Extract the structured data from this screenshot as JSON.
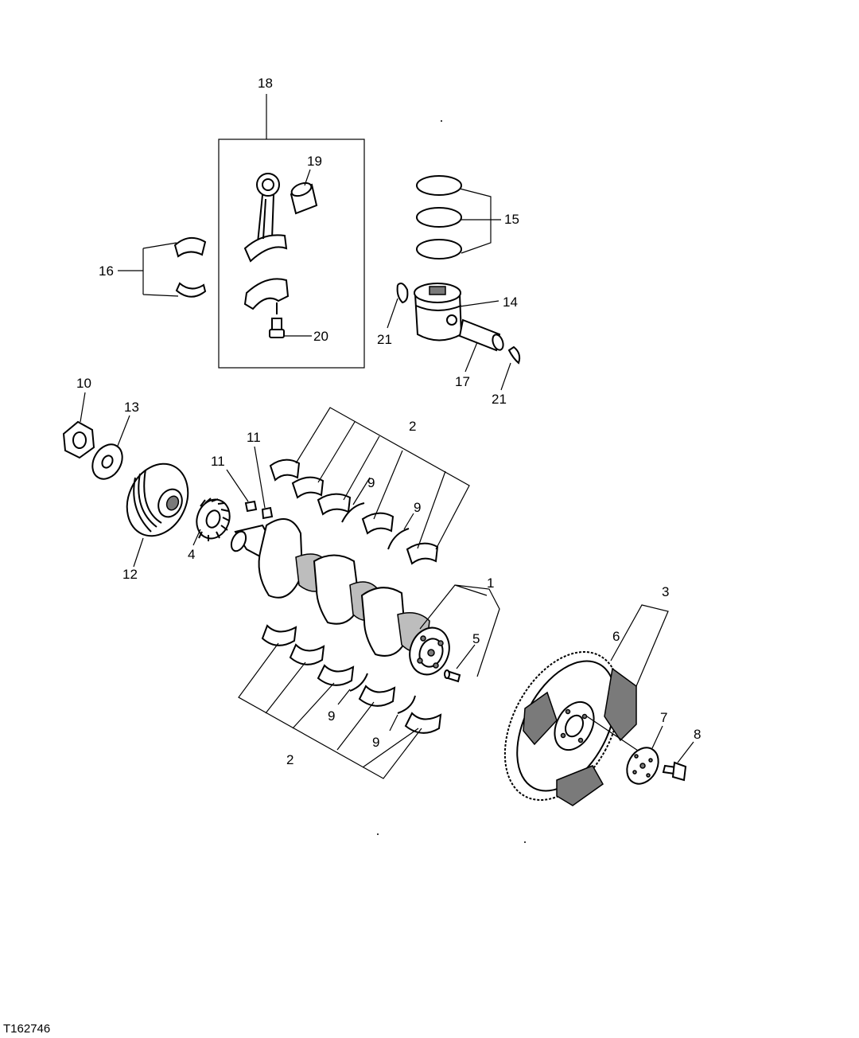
{
  "figure_code": "T162746",
  "labels": {
    "n1": "1",
    "n2a": "2",
    "n2b": "2",
    "n3": "3",
    "n4": "4",
    "n5": "5",
    "n6": "6",
    "n7": "7",
    "n8": "8",
    "n9a": "9",
    "n9b": "9",
    "n9c": "9",
    "n9d": "9",
    "n10": "10",
    "n11a": "11",
    "n11b": "11",
    "n12": "12",
    "n13": "13",
    "n14": "14",
    "n15": "15",
    "n16": "16",
    "n17": "17",
    "n18": "18",
    "n19": "19",
    "n20": "20",
    "n21a": "21",
    "n21b": "21"
  }
}
